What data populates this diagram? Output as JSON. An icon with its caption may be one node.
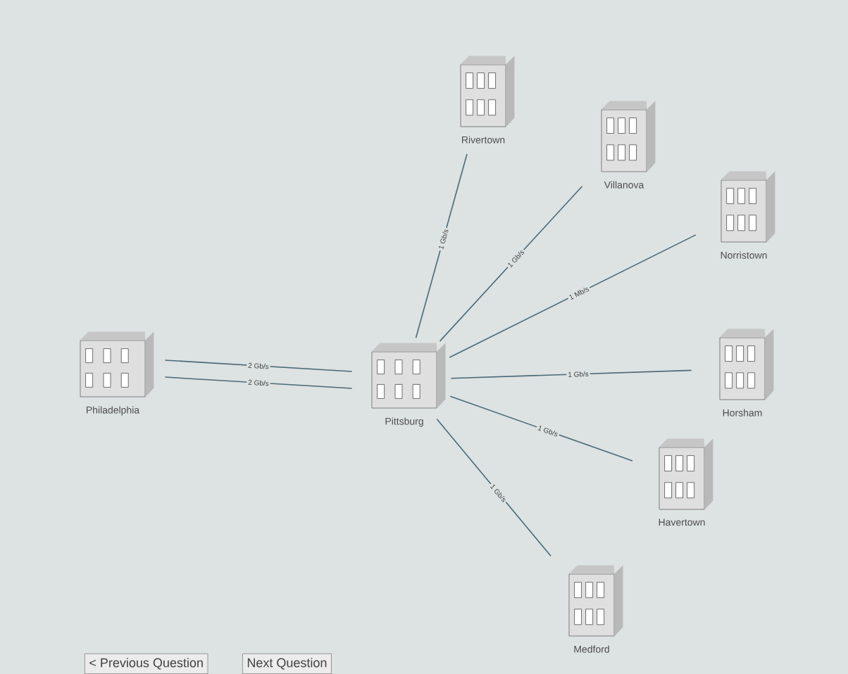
{
  "diagram": {
    "nodes": [
      {
        "text": [
          "Rivertown"
        ]
      },
      {
        "text": [
          "Villanova"
        ]
      },
      {
        "text": [
          "Norristown"
        ]
      },
      {
        "text": [
          "Philadelphia"
        ]
      },
      {
        "text": [
          "Pittsburg"
        ]
      },
      {
        "text": [
          "Horsham"
        ]
      },
      {
        "text": [
          "Havertown"
        ]
      },
      {
        "text": [
          "Medford"
        ]
      }
    ],
    "edges": [
      {
        "from": 3,
        "to": 4,
        "arrow": "none",
        "label": "2 Gb/s"
      },
      {
        "from": 3,
        "to": 4,
        "arrow": "none",
        "label": "2 Gb/s"
      },
      {
        "from": 4,
        "to": 0,
        "arrow": "none",
        "label": "1 Gb/s"
      },
      {
        "from": 4,
        "to": 1,
        "arrow": "none",
        "label": "1 Gb/s"
      },
      {
        "from": 4,
        "to": 2,
        "arrow": "none",
        "label": "1 Mb/s"
      },
      {
        "from": 4,
        "to": 5,
        "arrow": "none",
        "label": "1 Gb/s"
      },
      {
        "from": 4,
        "to": 6,
        "arrow": "none",
        "label": "1 Gb/s"
      },
      {
        "from": 4,
        "to": 7,
        "arrow": "none",
        "label": "1 Gb/s"
      }
    ],
    "labels": [
      "< Previous Question",
      "Next Question"
    ]
  }
}
